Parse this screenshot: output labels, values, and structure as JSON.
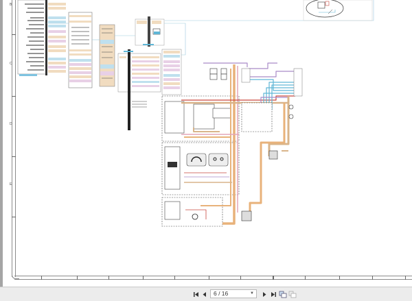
{
  "viewer": {
    "current_page": 6,
    "total_pages": 16,
    "page_indicator": "6 / 16",
    "toolbar": {
      "first_page": {
        "icon": "first-page-icon",
        "label": "First page"
      },
      "prev_page": {
        "icon": "previous-page-icon",
        "label": "Previous page"
      },
      "next_page": {
        "icon": "next-page-icon",
        "label": "Next page"
      },
      "last_page": {
        "icon": "last-page-icon",
        "label": "Last page"
      },
      "two_page": {
        "icon": "two-page-view-icon",
        "label": "Two page view"
      },
      "single_page": {
        "icon": "single-page-view-icon",
        "label": "Single page view"
      }
    }
  },
  "document": {
    "type": "electrical wiring schematic",
    "frame_zone_labels_left": [
      "B",
      "C",
      "D",
      "E"
    ],
    "colors": {
      "wire_orange": "#e8b27a",
      "wire_tan": "#d9b48a",
      "wire_red": "#c9473e",
      "wire_blue": "#5fb6d6",
      "wire_purple": "#a98ac8",
      "wire_pink": "#e3a6b8",
      "harness_black": "#222222",
      "frame_gray": "#8a8a8a"
    }
  }
}
